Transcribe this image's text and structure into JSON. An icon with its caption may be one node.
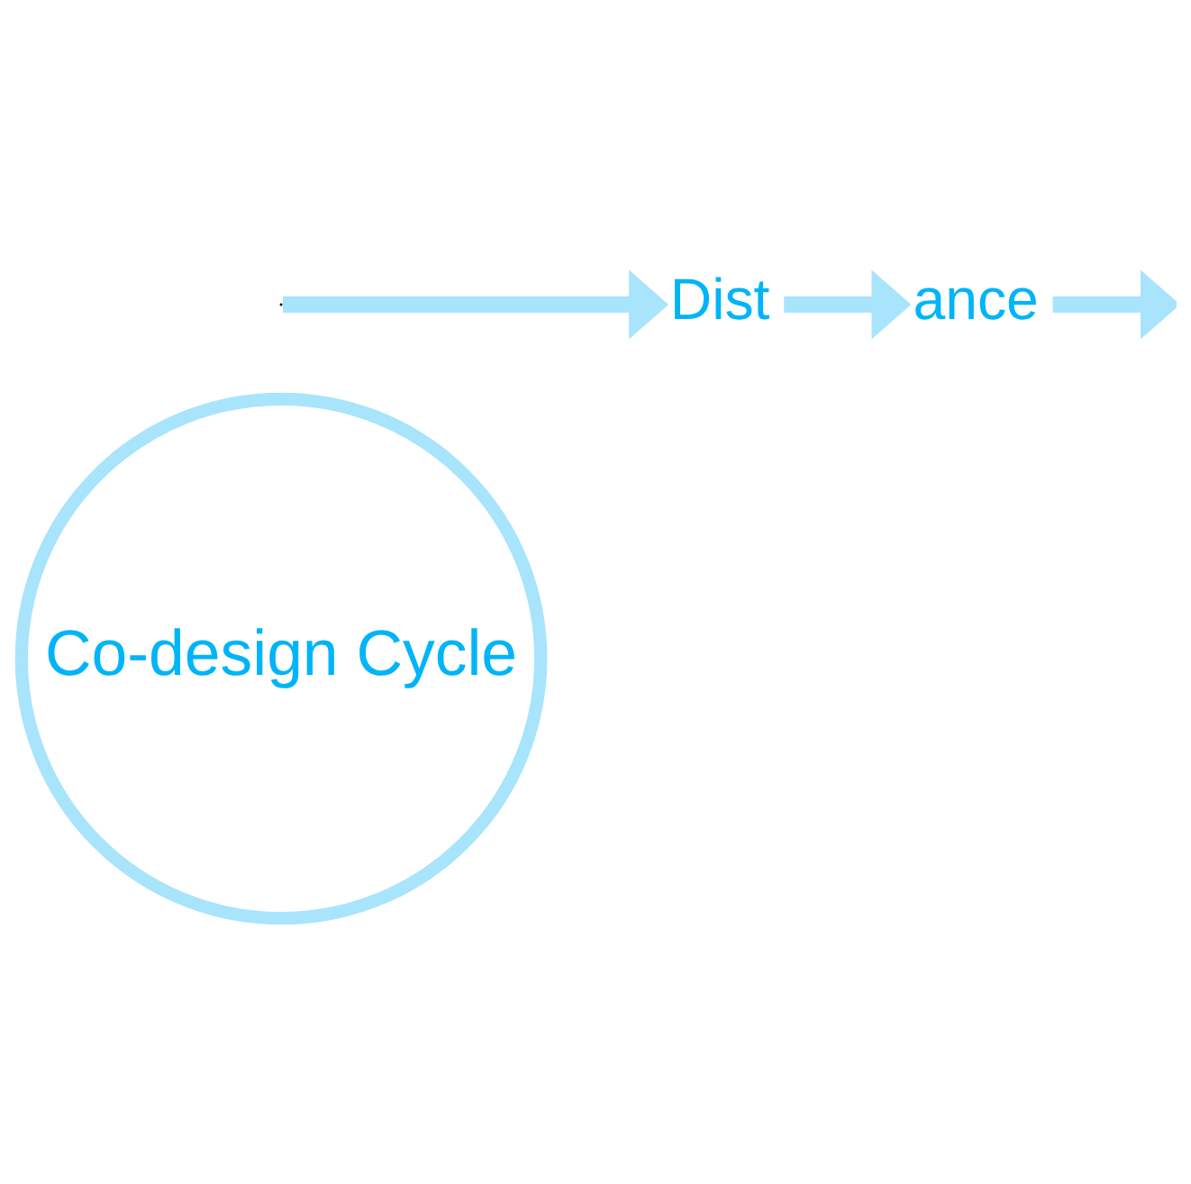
{
  "diagram": {
    "nodes": [
      {
        "text": [
          "Co-design Cycle"
        ]
      },
      {
        "text": [
          "Dist"
        ]
      },
      {
        "text": [
          "ance"
        ]
      }
    ],
    "edges": [
      {
        "from": null,
        "to": 1,
        "arrow": "to"
      },
      {
        "from": 1,
        "to": 2,
        "arrow": "to"
      },
      {
        "from": 2,
        "to": null,
        "arrow": "to"
      }
    ]
  }
}
